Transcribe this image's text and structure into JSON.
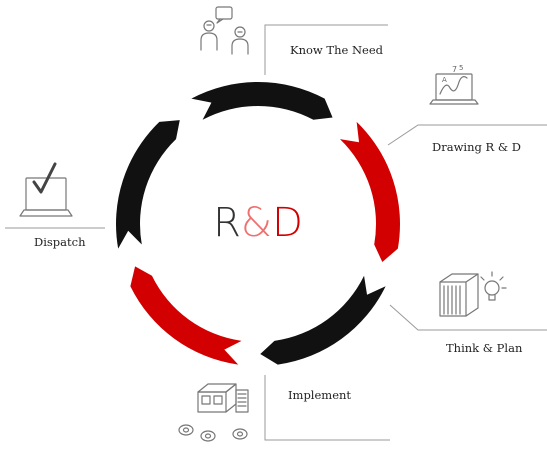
{
  "diagram": {
    "center": {
      "left": "R",
      "amp": "&",
      "right": "D"
    },
    "steps": [
      {
        "label": "Know The Need",
        "icon": "people-discussion-icon",
        "color": "#111111"
      },
      {
        "label": "Drawing R & D",
        "icon": "laptop-chart-icon",
        "color": "#d20000"
      },
      {
        "label": "Think & Plan",
        "icon": "lightbulb-plan-icon",
        "color": "#111111"
      },
      {
        "label": "Implement",
        "icon": "factory-icon",
        "color": "#d20000"
      },
      {
        "label": "Dispatch",
        "icon": "laptop-check-icon",
        "color": "#111111"
      }
    ],
    "colors": {
      "red": "#d20000",
      "black": "#111111",
      "center_left": "#333333",
      "center_amp": "#f07070",
      "center_right": "#d20000"
    }
  }
}
